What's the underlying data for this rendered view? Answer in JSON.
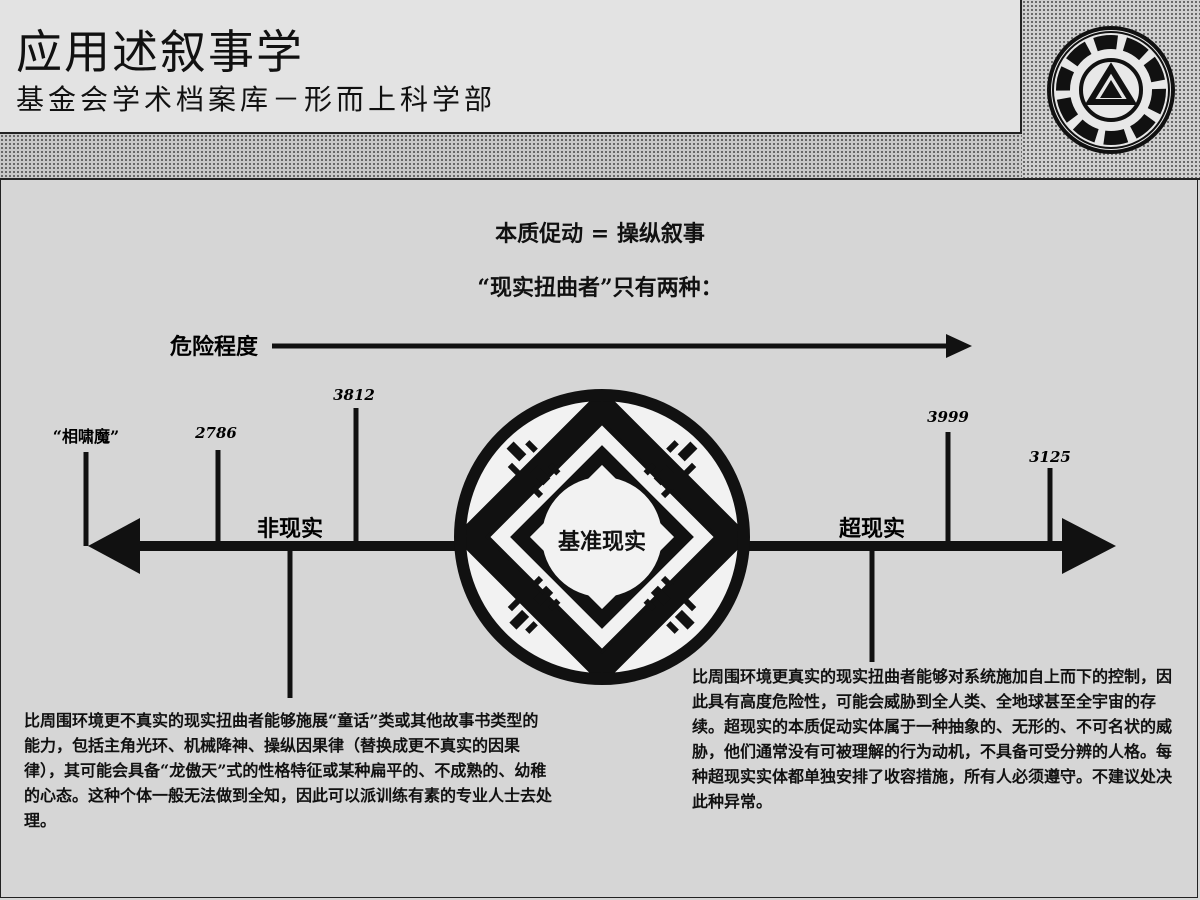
{
  "header": {
    "title": "应用述叙事学",
    "subtitle": "基金会学术档案库－形而上科学部"
  },
  "heading1": "本质促动 = 操纵叙事",
  "heading2": "“现实扭曲者”只有两种：",
  "danger_label": "危险程度",
  "axis": {
    "left_label": "非现实",
    "center_label": "基准现实",
    "right_label": "超现实"
  },
  "markers": [
    {
      "label": "“相啸魔”",
      "side": "left"
    },
    {
      "label": "2786",
      "side": "left"
    },
    {
      "label": "3812",
      "side": "left"
    },
    {
      "label": "3999",
      "side": "right"
    },
    {
      "label": "3125",
      "side": "right"
    }
  ],
  "paragraphs": {
    "left": "比周围环境更不真实的现实扭曲者能够施展“童话”类或其他故事书类型的能力，包括主角光环、机械降神、操纵因果律（替换成更不真实的因果律），其可能会具备“龙傲天”式的性格特征或某种扁平的、不成熟的、幼稚的心态。这种个体一般无法做到全知，因此可以派训练有素的专业人士去处理。",
    "right": "比周围环境更真实的现实扭曲者能够对系统施加自上而下的控制，因此具有高度危险性，可能会威胁到全人类、全地球甚至全宇宙的存续。超现实的本质促动实体属于一种抽象的、无形的、不可名状的威胁，他们通常没有可被理解的行为动机，不具备可受分辨的人格。每种超现实实体都单独安排了收容措施，所有人必须遵守。不建议处决此种异常。"
  },
  "colors": {
    "background": "#d6d6d6",
    "ink": "#111111"
  }
}
